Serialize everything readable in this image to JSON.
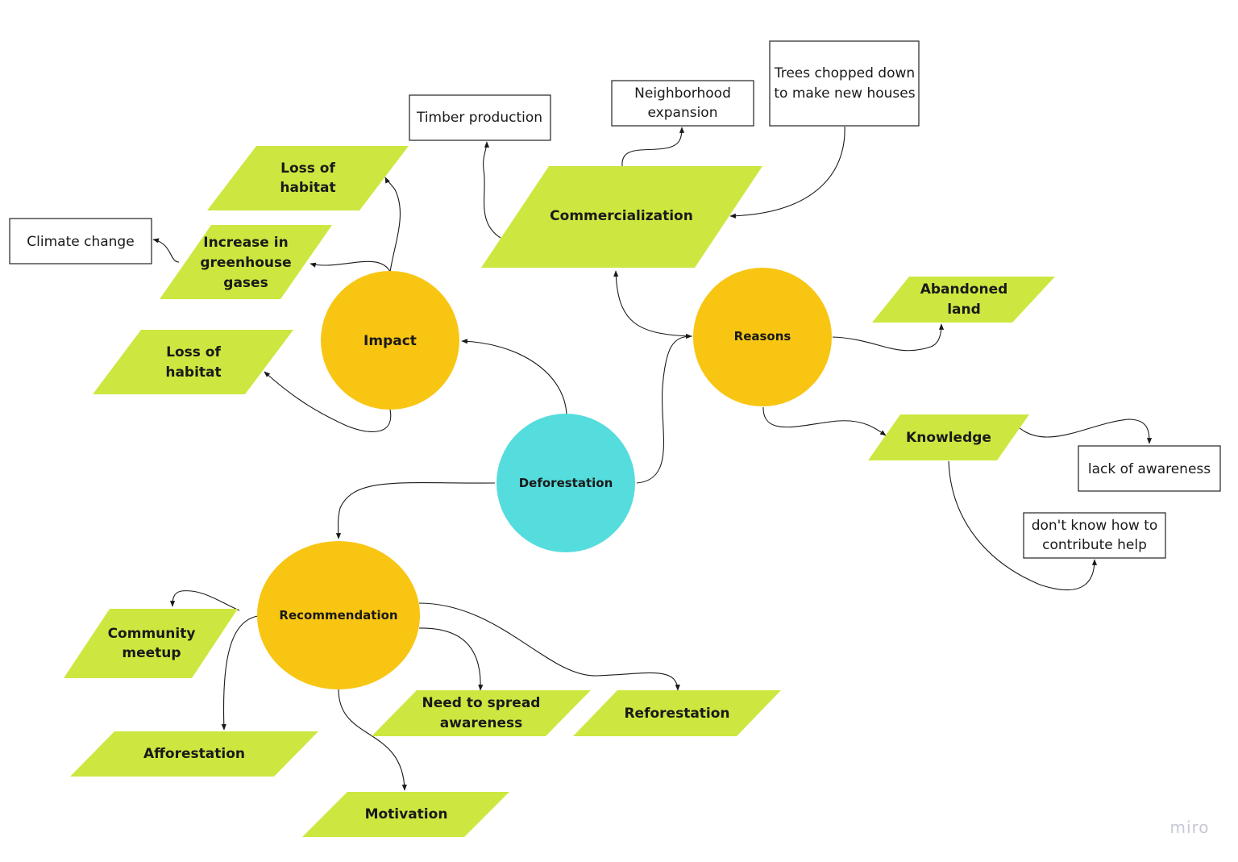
{
  "center": {
    "label": "Deforestation"
  },
  "hubs": {
    "impact": "Impact",
    "reasons": "Reasons",
    "recommendation": "Recommendation"
  },
  "commercialization": "Commercialization",
  "impact_items": {
    "loss_of_habitat_top": [
      "Loss of",
      "habitat"
    ],
    "greenhouse": [
      "Increase in",
      "greenhouse",
      "gases"
    ],
    "loss_of_habitat_bottom": [
      "Loss of",
      "habitat"
    ]
  },
  "reasons_items": {
    "abandoned_land": [
      "Abandoned",
      "land"
    ],
    "knowledge": "Knowledge"
  },
  "recommendation_items": {
    "community_meetup": [
      "Community",
      "meetup"
    ],
    "afforestation": "Afforestation",
    "motivation": "Motivation",
    "spread_awareness": [
      "Need to spread",
      "awareness"
    ],
    "reforestation": "Reforestation"
  },
  "boxes": {
    "climate_change": [
      "Climate change"
    ],
    "timber_production": [
      "Timber production"
    ],
    "neighborhood_expansion": [
      "Neighborhood",
      "expansion"
    ],
    "trees_chopped": [
      "Trees chopped down",
      "to make new houses"
    ],
    "lack_of_awareness": [
      "lack of awareness"
    ],
    "dont_know": [
      "don't know how to",
      "contribute help"
    ]
  },
  "colors": {
    "parallelogram": "#cde740",
    "hub": "#f8c513",
    "center": "#55dcdc"
  },
  "watermark": "miro"
}
